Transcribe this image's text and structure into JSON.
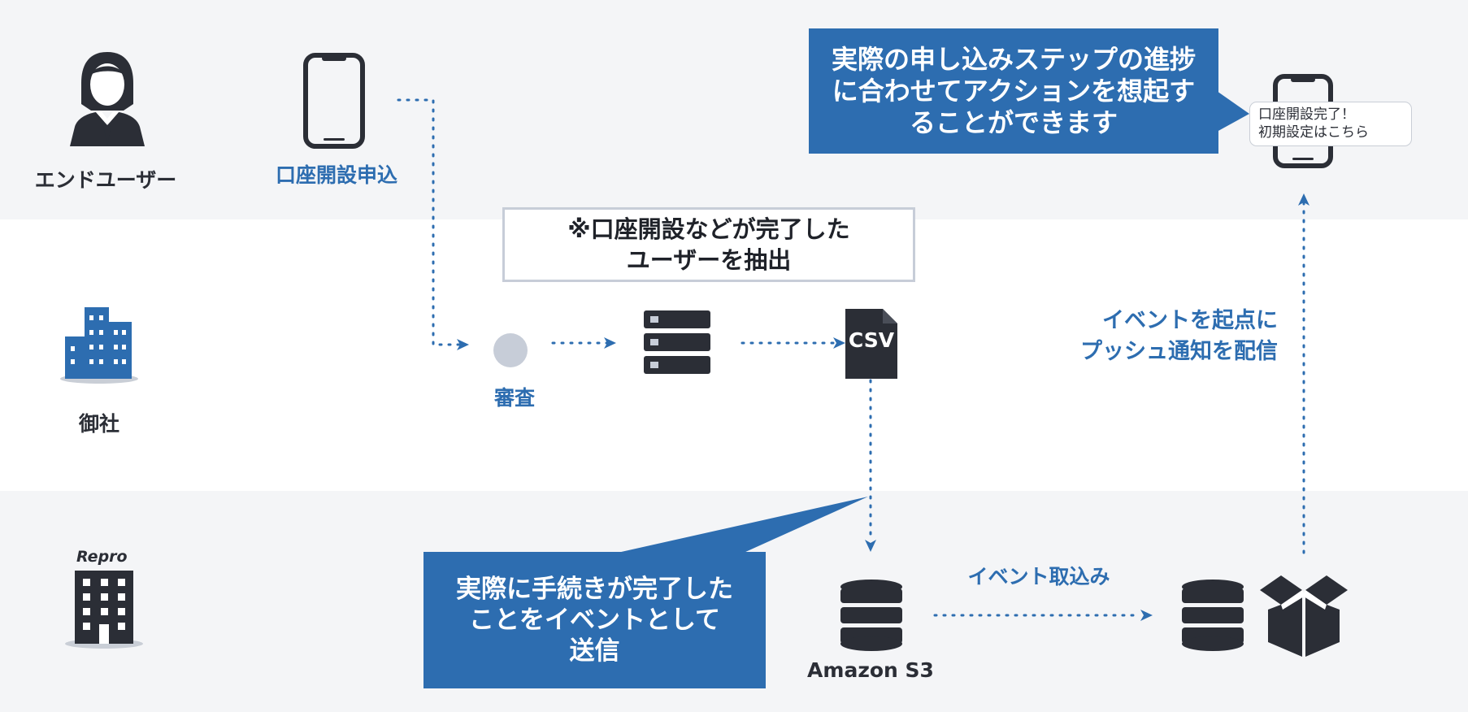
{
  "lanes": {
    "end_user": "エンドユーザー",
    "company": "御社",
    "repro_logo": "Repro"
  },
  "steps": {
    "account_application": "口座開設申込",
    "review": "審査",
    "csv_label": "CSV",
    "amazon_s3": "Amazon S3",
    "event_import": "イベント取込み",
    "push_trigger": "イベントを起点に\nプッシュ通知を配信"
  },
  "notes": {
    "extract_users": "※口座開設などが完了した\nユーザーを抽出"
  },
  "callouts": {
    "top": "実際の申し込みステップの進捗\nに合わせてアクションを想起す\nることができます",
    "bottom": "実際に手続きが完了した\nことをイベントとして\n送信"
  },
  "push_notification": "口座開設完了！\n初期設定はこちら",
  "colors": {
    "accent_blue": "#2d6db0",
    "dark_icon": "#2b2e36",
    "band_gray": "#f4f5f7"
  },
  "icons": [
    "person-icon",
    "smartphone-icon",
    "building-icon",
    "office-building-icon",
    "server-icon",
    "csv-file-icon",
    "database-icon",
    "open-box-icon"
  ]
}
